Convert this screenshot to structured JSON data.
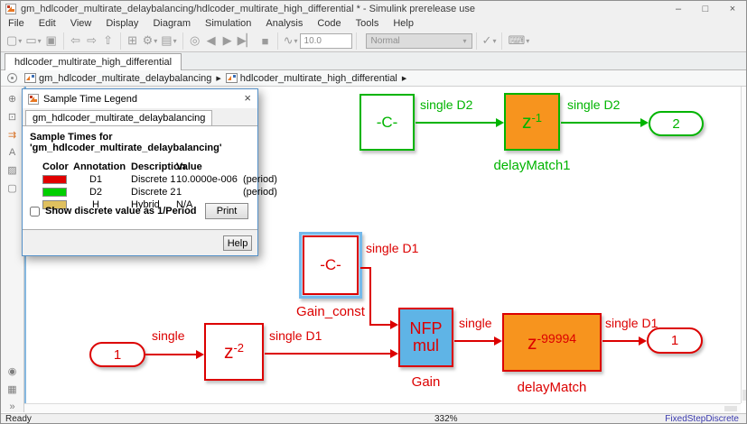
{
  "window": {
    "title": "gm_hdlcoder_multirate_delaybalancing/hdlcoder_multirate_high_differential * - Simulink prerelease use",
    "controls": {
      "minimize": "–",
      "maximize": "□",
      "close": "×"
    }
  },
  "menu": {
    "items": [
      "File",
      "Edit",
      "View",
      "Display",
      "Diagram",
      "Simulation",
      "Analysis",
      "Code",
      "Tools",
      "Help"
    ]
  },
  "toolbar": {
    "caret": "▾",
    "time_value": "10.0",
    "mode_value": "Normal",
    "icons": [
      {
        "name": "new-model",
        "glyph": "▢"
      },
      {
        "name": "open",
        "glyph": "▭"
      },
      {
        "name": "save",
        "glyph": "▣"
      },
      {
        "name": "back",
        "glyph": "⇦"
      },
      {
        "name": "forward",
        "glyph": "⇨"
      },
      {
        "name": "up-to-parent",
        "glyph": "⇧"
      },
      {
        "name": "library-browser",
        "glyph": "⊞"
      },
      {
        "name": "model-settings",
        "glyph": "⚙"
      },
      {
        "name": "model-config",
        "glyph": "▤"
      },
      {
        "name": "connect-target",
        "glyph": "◎"
      },
      {
        "name": "step-back",
        "glyph": "◀"
      },
      {
        "name": "run",
        "glyph": "▶"
      },
      {
        "name": "step-forward",
        "glyph": "▶▏"
      },
      {
        "name": "stop",
        "glyph": "■"
      },
      {
        "name": "simulation-data",
        "glyph": "∿"
      },
      {
        "name": "verify-check",
        "glyph": "✓"
      },
      {
        "name": "keyboard",
        "glyph": "⌨"
      }
    ]
  },
  "tab": {
    "label": "hdlcoder_multirate_high_differential"
  },
  "breadcrumb": {
    "root": "gm_hdlcoder_multirate_delaybalancing",
    "current": "hdlcoder_multirate_high_differential",
    "separator": "▶"
  },
  "palette": {
    "icons": [
      {
        "name": "zoom-region",
        "glyph": "⊕"
      },
      {
        "name": "fit-view",
        "glyph": "⊡"
      },
      {
        "name": "signal-route",
        "glyph": "⇉"
      },
      {
        "name": "annotation",
        "glyph": "A"
      },
      {
        "name": "image",
        "glyph": "▨"
      },
      {
        "name": "area-box",
        "glyph": "▢"
      },
      {
        "name": "screenshot",
        "glyph": "◉"
      },
      {
        "name": "subsystem",
        "glyph": "▦"
      },
      {
        "name": "more",
        "glyph": "»"
      }
    ]
  },
  "dialog": {
    "title": "Sample Time Legend",
    "close_glyph": "×",
    "tab": "gm_hdlcoder_multirate_delaybalancing",
    "heading": "Sample Times for 'gm_hdlcoder_multirate_delaybalancing'",
    "columns": {
      "color": "Color",
      "annotation": "Annotation",
      "description": "Description",
      "value": "Value"
    },
    "rows": [
      {
        "color": "#e10000",
        "annotation": "D1",
        "description": "Discrete 1",
        "value": "10.0000e-006",
        "unit": "(period)"
      },
      {
        "color": "#00cf00",
        "annotation": "D2",
        "description": "Discrete 2",
        "value": "1",
        "unit": "(period)"
      },
      {
        "color": "#dfc05f",
        "annotation": "H",
        "description": "Hybrid",
        "value": "N/A",
        "unit": ""
      }
    ],
    "checkbox_label": "Show discrete value as 1/Period",
    "checkbox_checked": false,
    "print_label": "Print",
    "help_label": "Help"
  },
  "diagram": {
    "green": {
      "const_text": "-C-",
      "signal1": "single D2",
      "delay_base": "z",
      "delay_exp": "-1",
      "signal2": "single D2",
      "outport_text": "2",
      "delay_name": "delayMatch1"
    },
    "red": {
      "inport_text": "1",
      "signal_in": "single",
      "z2_base": "z",
      "z2_exp": "-2",
      "signal_d1": "single D1",
      "const_text": "-C-",
      "const_name": "Gain_const",
      "const_signal": "single D1",
      "gain_line1": "NFP",
      "gain_line2": "mul",
      "gain_name": "Gain",
      "signal_mid": "single",
      "zdm_base": "z",
      "zdm_exp": "-99994",
      "zdm_name": "delayMatch",
      "signal_out": "single D1",
      "outport_text": "1"
    }
  },
  "status": {
    "ready": "Ready",
    "zoom": "332%",
    "solver": "FixedStepDiscrete"
  },
  "colors": {
    "red": "#dc0000",
    "green": "#00b400",
    "orange_fill": "#f7941e",
    "blue_fill": "#5fb4e6",
    "selection_blue": "#74b9ea"
  }
}
